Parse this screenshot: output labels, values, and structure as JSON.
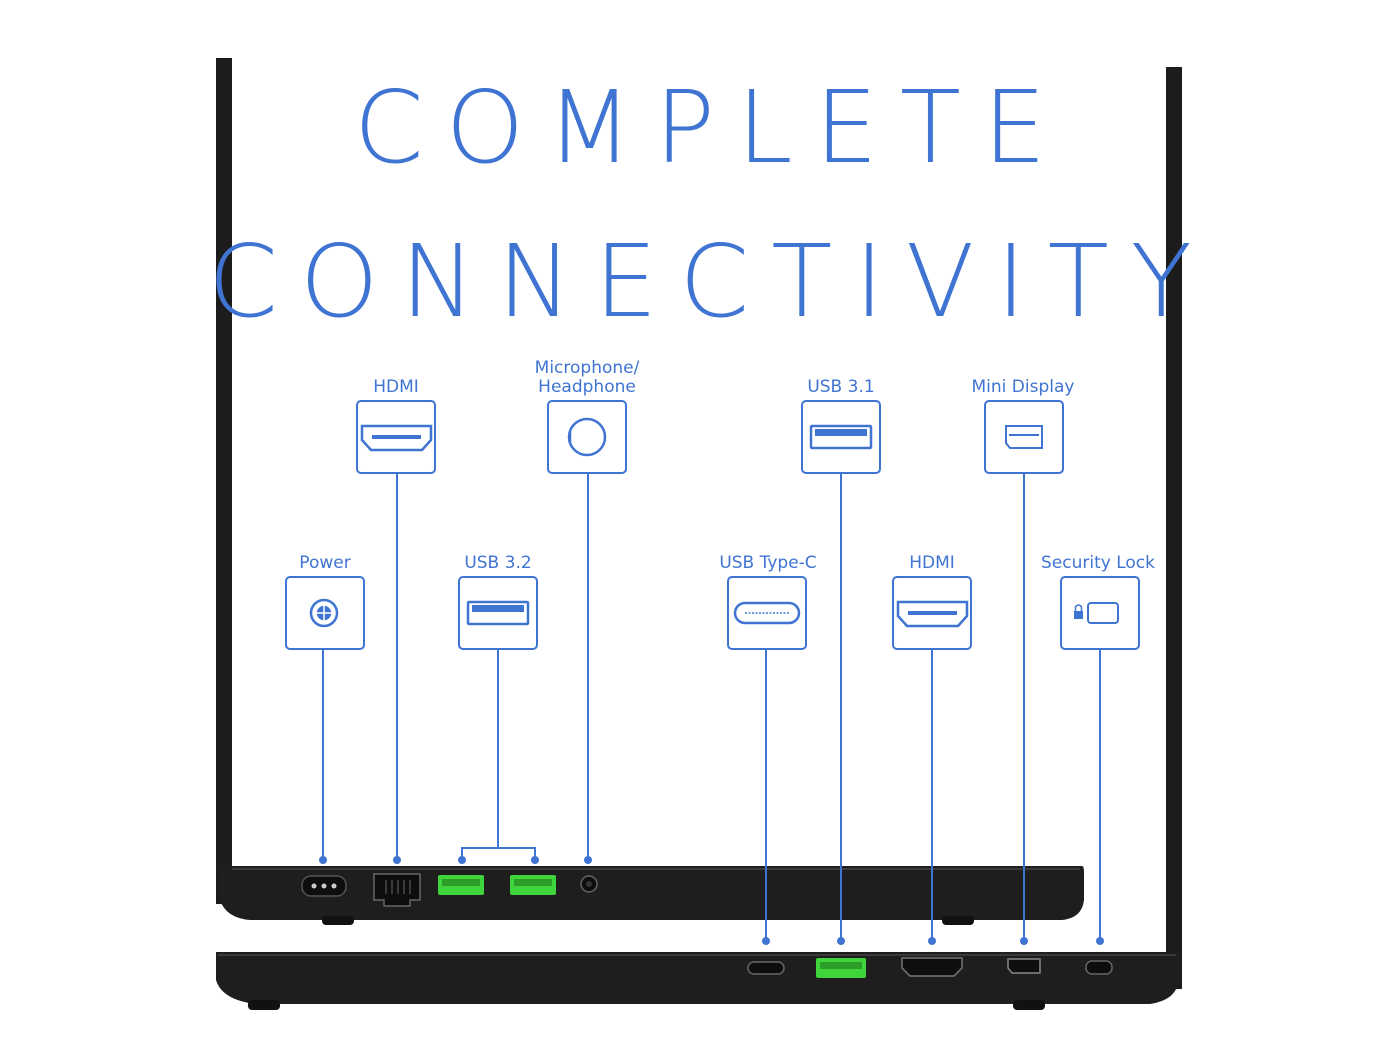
{
  "title": {
    "line1": "COMPLETE",
    "line2": "CONNECTIVITY"
  },
  "colors": {
    "accent": "#3f74d2",
    "laptop_body": "#1c1c1c",
    "usb_green": "#3fd43a",
    "background": "#ffffff"
  },
  "ports_top_row": [
    {
      "label": "HDMI",
      "icon": "hdmi-icon"
    },
    {
      "label": "Microphone/\nHeadphone",
      "icon": "audio-jack-icon"
    },
    {
      "label": "USB 3.1",
      "icon": "usb-a-icon"
    },
    {
      "label": "Mini Display",
      "icon": "mini-displayport-icon"
    }
  ],
  "ports_bottom_row": [
    {
      "label": "Power",
      "icon": "power-connector-icon"
    },
    {
      "label": "USB 3.2",
      "icon": "usb-a-icon"
    },
    {
      "label": "USB Type-C",
      "icon": "usb-c-icon"
    },
    {
      "label": "HDMI",
      "icon": "hdmi-icon"
    },
    {
      "label": "Security Lock",
      "icon": "security-lock-icon"
    }
  ]
}
